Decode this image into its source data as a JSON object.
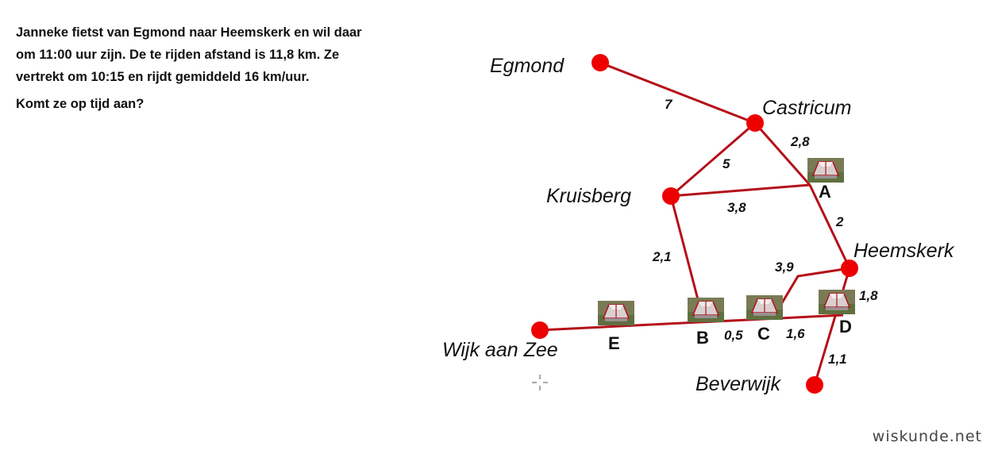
{
  "question": {
    "lines": [
      "Janneke fietst van Egmond naar Heemskerk en wil daar",
      "om 11:00 uur zijn. De te rijden afstand is 11,8 km. Ze",
      "vertrekt om 10:15 en rijdt gemiddeld 16 km/uur."
    ],
    "ask": "Komt ze op tijd aan?"
  },
  "places": {
    "egmond": "Egmond",
    "castricum": "Castricum",
    "kruisberg": "Kruisberg",
    "heemskerk": "Heemskerk",
    "wijk_aan_zee": "Wijk aan Zee",
    "beverwijk": "Beverwijk"
  },
  "points": {
    "a": "A",
    "b": "B",
    "c": "C",
    "d": "D",
    "e": "E"
  },
  "distances": {
    "egmond_castricum": "7",
    "castricum_a": "2,8",
    "castricum_kruisberg": "5",
    "kruisberg_a": "3,8",
    "a_heemskerk": "2",
    "kruisberg_b": "2,1",
    "c_heemskerk": "3,9",
    "heemskerk_d": "1,8",
    "b_c": "0,5",
    "c_d": "1,6",
    "d_beverwijk": "1,1"
  },
  "colors": {
    "road": "#b5101a",
    "town": "#ee0000"
  },
  "watermark": "wiskunde.net"
}
